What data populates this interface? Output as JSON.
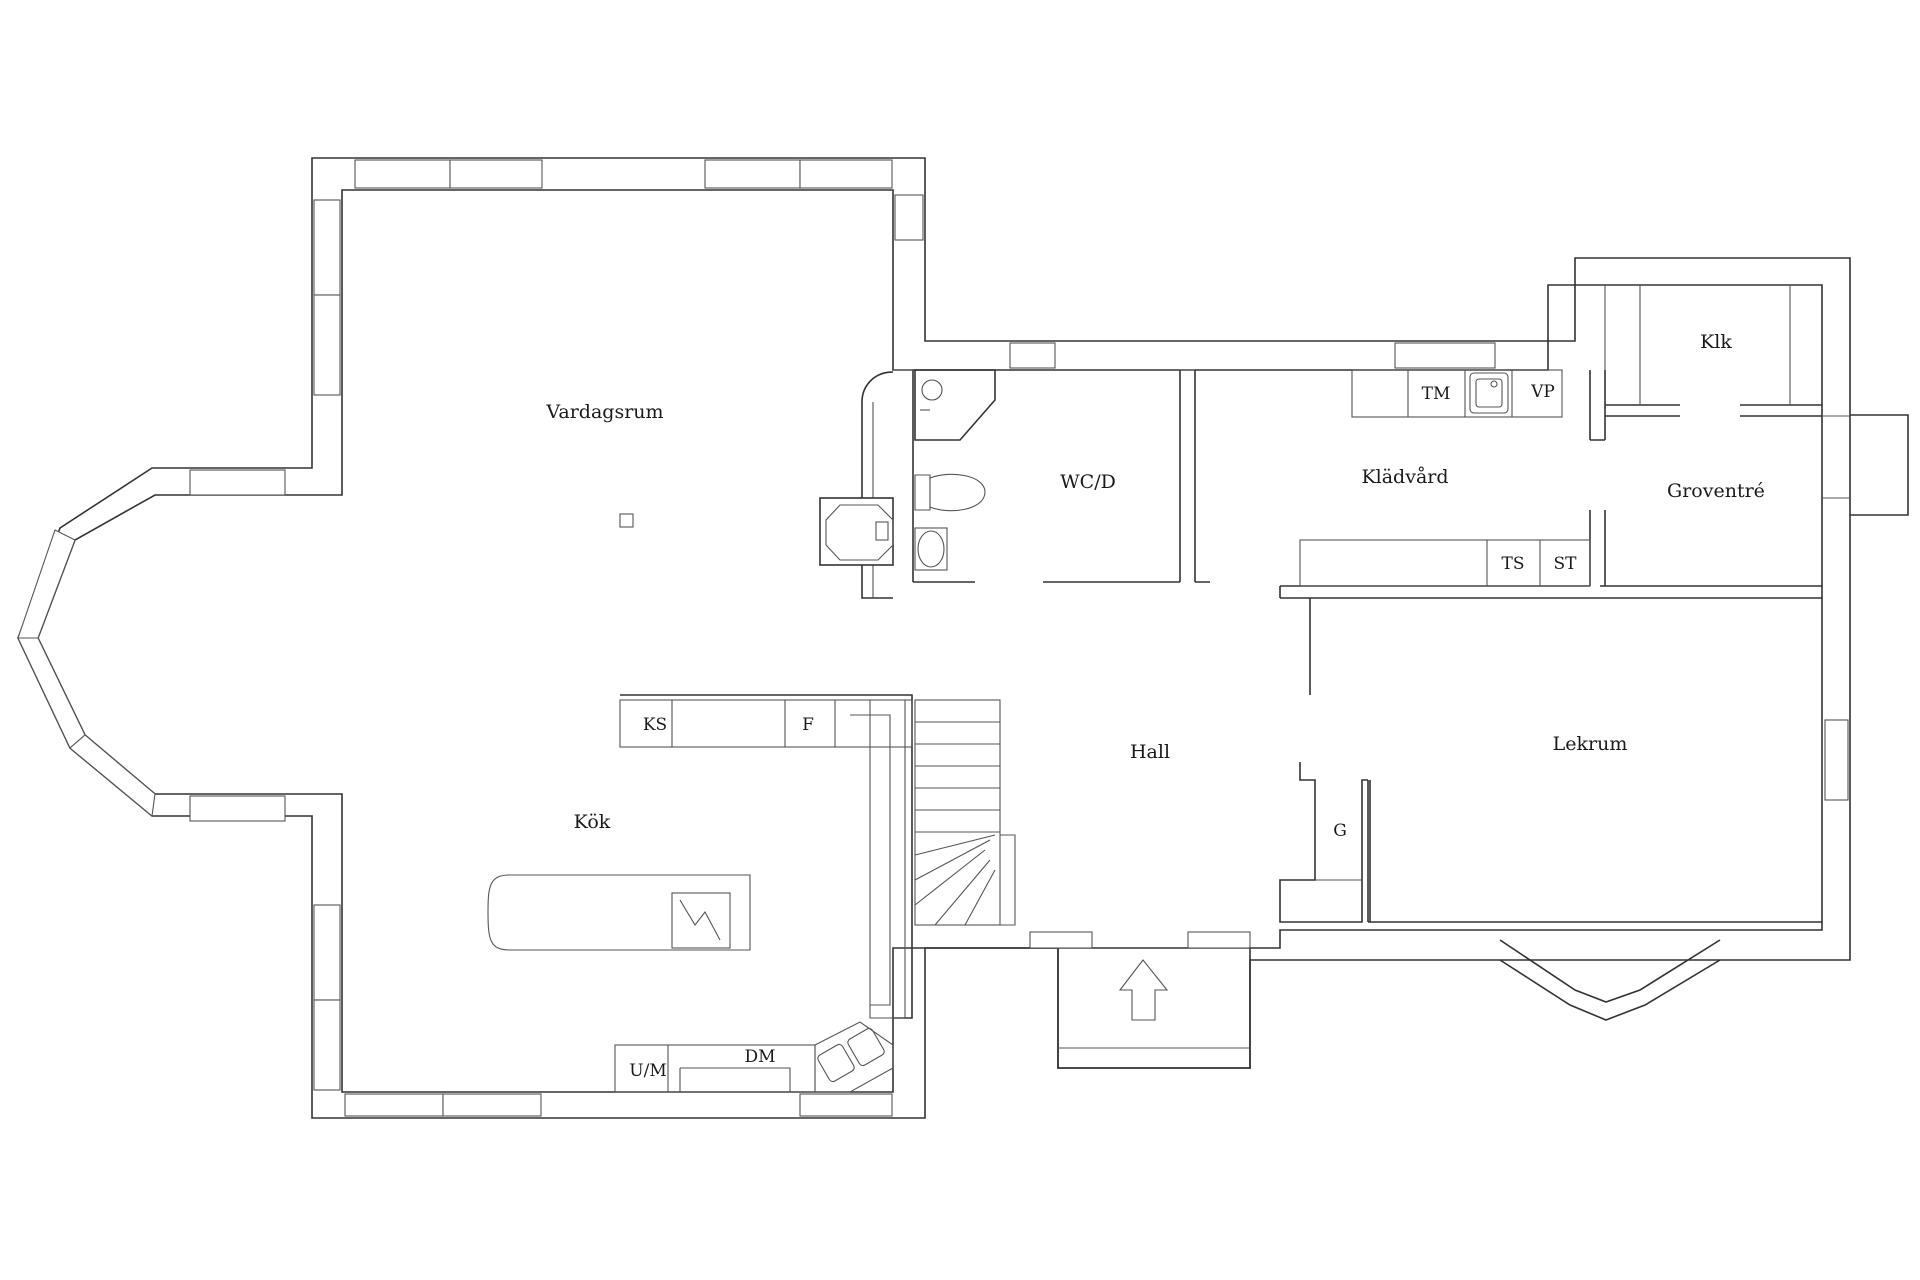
{
  "rooms": {
    "vardagsrum": "Vardagsrum",
    "wc": "WC/D",
    "kladvard": "Klädvård",
    "klk": "Klk",
    "groventre": "Groventré",
    "hall": "Hall",
    "lekrum": "Lekrum",
    "kok": "Kök"
  },
  "fixtures": {
    "tm": "TM",
    "vp": "VP",
    "ts": "TS",
    "st": "ST",
    "ks": "KS",
    "f": "F",
    "g": "G",
    "um": "U/M",
    "dm": "DM"
  },
  "icons": [
    "entrance-arrow-icon",
    "stove-icon",
    "sink-icon",
    "toilet-icon",
    "washbasin-icon",
    "shower-icon",
    "fireplace-icon",
    "stairs-icon"
  ],
  "colors": {
    "line": "#333333",
    "background": "#ffffff"
  }
}
